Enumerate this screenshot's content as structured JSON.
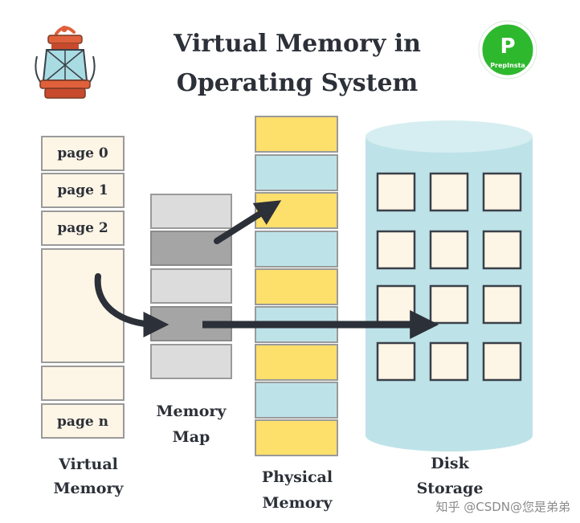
{
  "title": {
    "line1": "Virtual Memory in",
    "line2": "Operating System"
  },
  "virtual_memory": {
    "pages": [
      "page 0",
      "page 1",
      "page 2",
      "page n"
    ],
    "label_line1": "Virtual",
    "label_line2": "Memory"
  },
  "memory_map": {
    "label_line1": "Memory",
    "label_line2": "Map"
  },
  "physical_memory": {
    "label_line1": "Physical",
    "label_line2": "Memory"
  },
  "disk_storage": {
    "label_line1": "Disk",
    "label_line2": "Storage"
  },
  "logo": {
    "letter": "P",
    "text": "PrepInsta"
  },
  "watermark": {
    "text": "知乎 @CSDN@您是弟弟"
  },
  "colors": {
    "dark": "#2c3038",
    "yellow": "#fddf6b",
    "light_blue": "#bde3e8",
    "cream": "#fdf5e6",
    "grey_light": "#dcdcdc",
    "grey_dark": "#a5a5a5",
    "logo_green": "#2eb82e"
  },
  "icons": {
    "lantern": "lantern-icon",
    "logo": "prepinsta-logo"
  }
}
